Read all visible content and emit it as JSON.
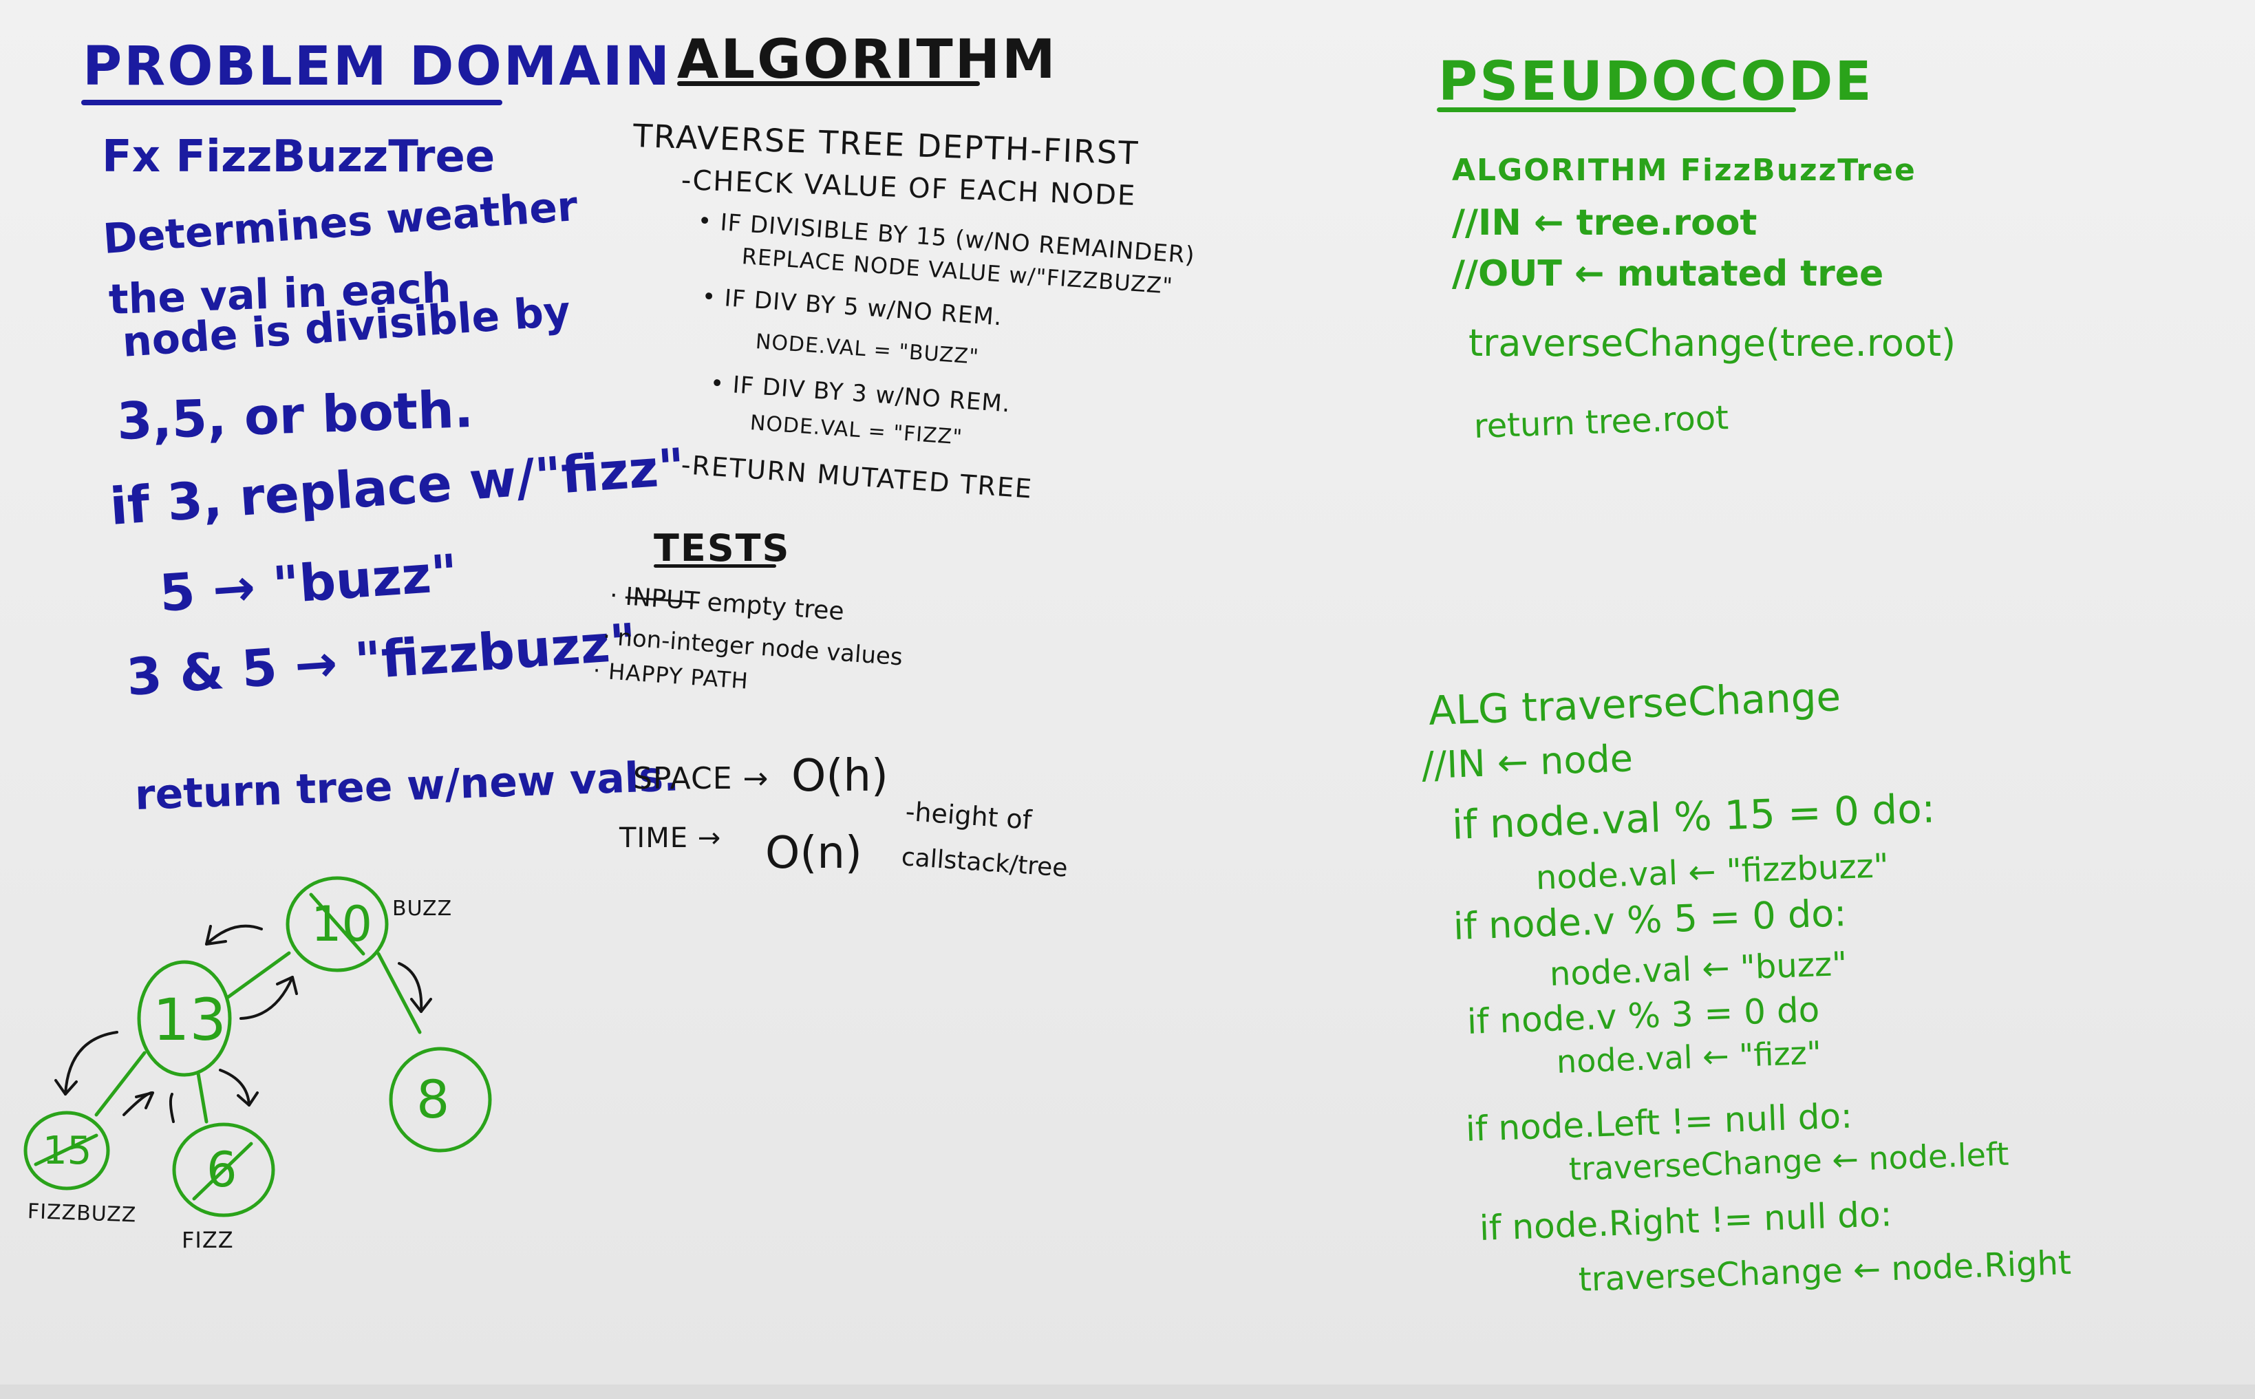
{
  "problem_domain": {
    "heading": "PROBLEM DOMAIN",
    "fx_line": "Fx FizzBuzzTree",
    "desc_1": "Determines weather",
    "desc_2": "the val in each",
    "desc_3": "node is divisible by",
    "desc_4": "3,5, or both.",
    "rule_3": "if 3, replace w/\"fizz\"",
    "rule_5": "5 → \"buzz\"",
    "rule_both": "3 & 5 → \"fizzbuzz\"",
    "return_line": "return tree w/new vals."
  },
  "algorithm": {
    "heading": "ALGORITHM",
    "line_1": "TRAVERSE TREE DEPTH-FIRST",
    "line_2": "-CHECK VALUE OF EACH NODE",
    "line_3": "• IF DIVISIBLE BY 15 (w/NO REMAINDER)",
    "line_4": "REPLACE NODE VALUE w/\"FIZZBUZZ\"",
    "line_5": "• IF DIV BY 5 w/NO REM.",
    "line_6": "NODE.VAL = \"BUZZ\"",
    "line_7": "• IF DIV BY 3 w/NO REM.",
    "line_8": "NODE.VAL = \"FIZZ\"",
    "line_9": "-RETURN MUTATED TREE"
  },
  "tests": {
    "heading": "TESTS",
    "item_1_struck": "INPUT",
    "item_1": "empty tree",
    "item_2": "non-integer node values",
    "item_3": "HAPPY PATH"
  },
  "complexity": {
    "space_label": "SPACE →",
    "space_value": "O(h)",
    "space_note_1": "-height of",
    "space_note_2": "callstack/tree",
    "time_label": "TIME →",
    "time_value": "O(n)"
  },
  "tree": {
    "root": "10",
    "root_label": "BUZZ",
    "left": "13",
    "right": "8",
    "left_left": "15",
    "left_left_label": "FIZZBUZZ",
    "left_right": "6",
    "left_right_label": "FIZZ"
  },
  "pseudocode": {
    "heading": "PSEUDOCODE",
    "alg_1": "ALGORITHM FizzBuzzTree",
    "in_1": "//IN ← tree.root",
    "out_1": "//OUT ← mutated tree",
    "call_1": "traverseChange(tree.root)",
    "return_1": "return tree.root",
    "alg_2": "ALG traverseChange",
    "in_2": "//IN ← node",
    "if_15": "if node.val % 15 = 0 do:",
    "set_fizzbuzz": "node.val ← \"fizzbuzz\"",
    "if_5": "if node.v % 5 = 0 do:",
    "set_buzz": "node.val ← \"buzz\"",
    "if_3": "if node.v % 3 = 0 do",
    "set_fizz": "node.val ← \"fizz\"",
    "if_left": "if node.Left != null do:",
    "call_left": "traverseChange ← node.left",
    "if_right": "if node.Right != null do:",
    "call_right": "traverseChange ← node.Right"
  },
  "colors": {
    "blue_marker": "#1b1ba0",
    "black_marker": "#151515",
    "green_marker": "#2aa31a",
    "board": "#ebebeb"
  }
}
